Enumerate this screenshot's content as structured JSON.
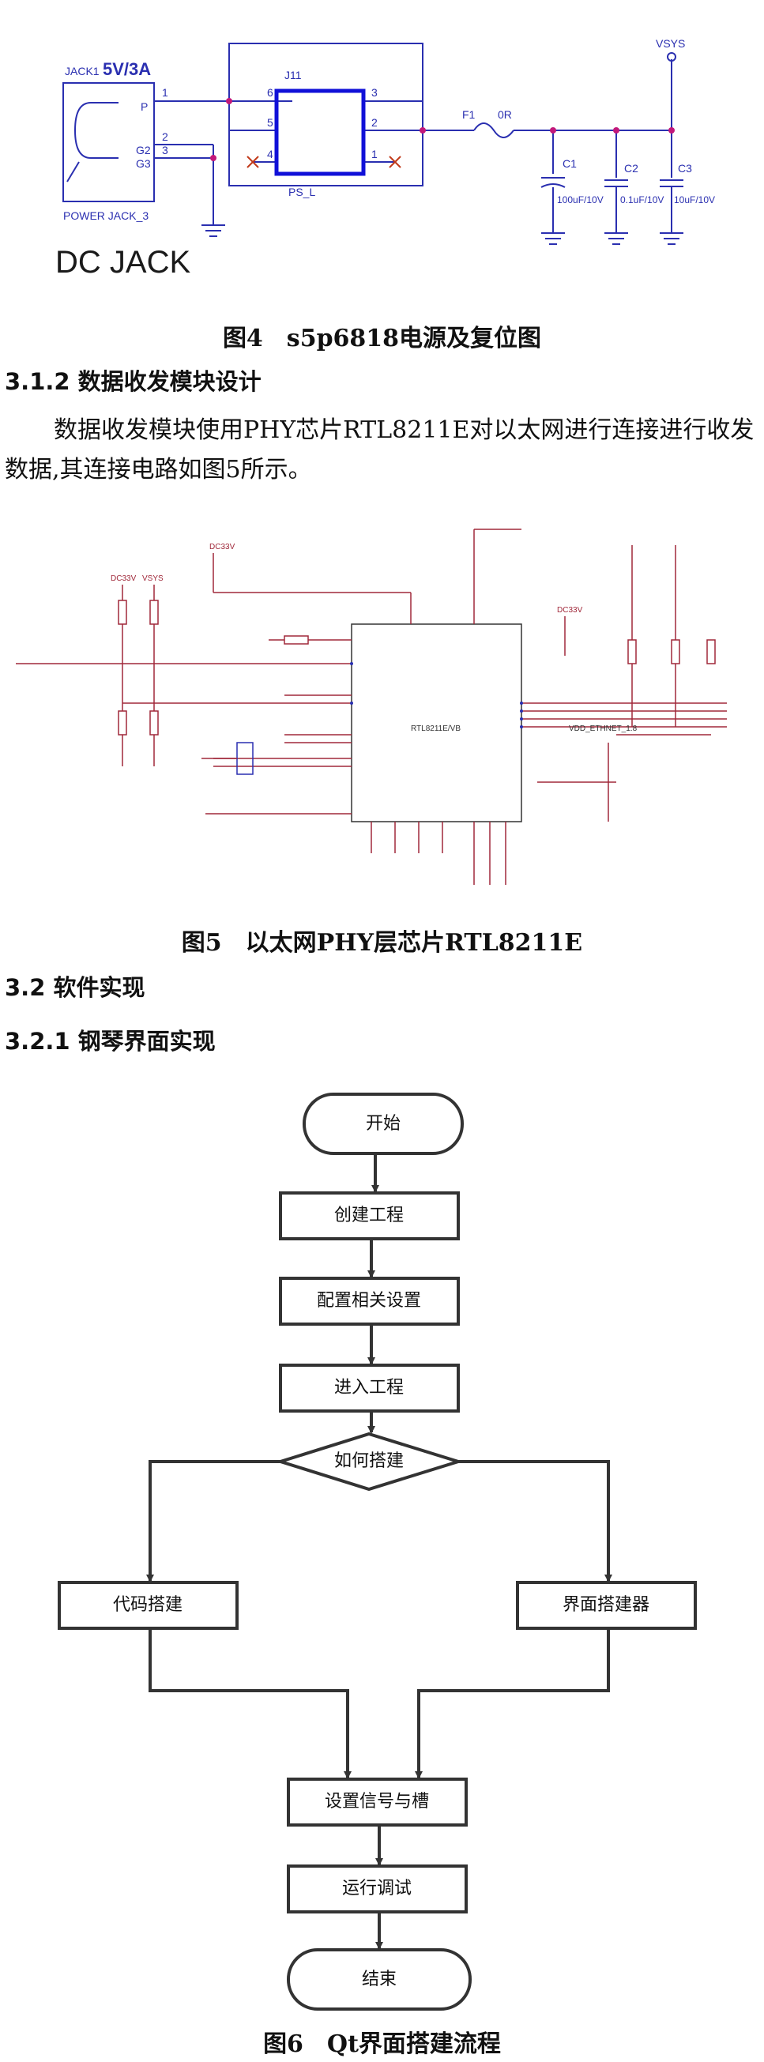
{
  "fig4": {
    "jack_label": "JACK1",
    "rating": "5V/3A",
    "power_jack": "POWER JACK_3",
    "dc_jack": "DC JACK",
    "j11": "J11",
    "ps_label": "PS_L",
    "vsys": "VSYS",
    "f1": "F1",
    "zero_r": "0R",
    "c1": "C1",
    "c1_val": "100uF/10V",
    "c2": "C2",
    "c2_val": "0.1uF/10V",
    "c3": "C3",
    "c3_val": "10uF/10V",
    "pin_p": "P",
    "pin_g2": "G2",
    "pin_g3": "G3",
    "pins": [
      "1",
      "2",
      "3",
      "4",
      "5",
      "6"
    ],
    "caption": "图4　s5p6818电源及复位图"
  },
  "sec_312": {
    "heading": "3.1.2 数据收发模块设计",
    "para": "数据收发模块使用PHY芯片RTL8211E对以太网进行连接进行收发数据,其连接电路如图5所示。"
  },
  "fig5": {
    "caption": "图5　以太网PHY层芯片RTL8211E",
    "labels": {
      "dc33v_left": "DC33V",
      "vsys": "VSYS",
      "dc33v_top": "DC33V",
      "dc33v_right": "DC33V",
      "chip": "RTL8211E/VB",
      "vdd_ethnet": "VDD_ETHNET_1.8"
    }
  },
  "sec_32": {
    "heading": "3.2 软件实现"
  },
  "sec_321": {
    "heading": "3.2.1 钢琴界面实现"
  },
  "fig6": {
    "nodes": {
      "start": "开始",
      "create": "创建工程",
      "config": "配置相关设置",
      "enter": "进入工程",
      "decision": "如何搭建",
      "code": "代码搭建",
      "builder": "界面搭建器",
      "signal": "设置信号与槽",
      "run": "运行调试",
      "end": "结束"
    },
    "caption": "图6　Qt界面搭建流程"
  }
}
